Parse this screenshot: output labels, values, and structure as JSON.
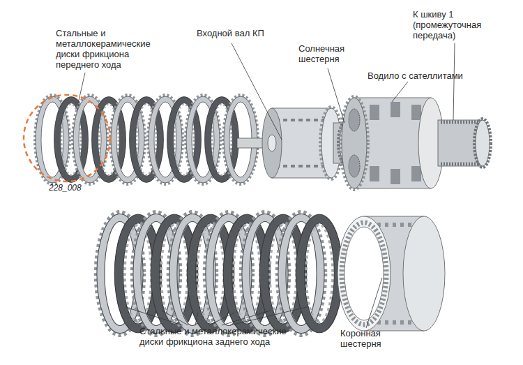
{
  "diagram": {
    "labels": [
      "Стальные и металлокерамические диски фрикциона переднего хода",
      "228_008",
      "Входной вал КП",
      "Солнечная шестерня",
      "Водило с сателлитами",
      "К шкиву 1 (промежуточная передача)",
      "Стальные и металлокерамические диски фрикциона заднего хода",
      "Коронная шестерня"
    ]
  }
}
